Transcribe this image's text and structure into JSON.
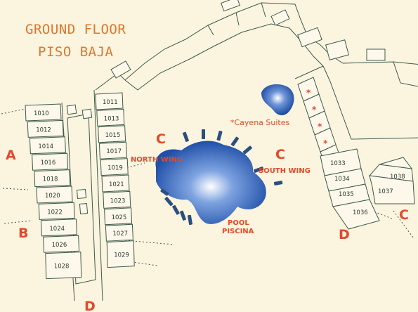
{
  "title": {
    "line1": "GROUND FLOOR",
    "line2": "PISO BAJA"
  },
  "colors": {
    "accent": "#e14a2c",
    "title": "#e0762a",
    "pool": "#1f4fa8",
    "lines": "#3d5b4c",
    "background": "#fbf4df"
  },
  "zones": {
    "a": "A",
    "b": "B",
    "d_left": "D",
    "c_north": "C",
    "c_south": "C",
    "d_right": "D",
    "c_right": "C"
  },
  "wings": {
    "north": "NORTH WING",
    "south": "SOUTH WING"
  },
  "pool": {
    "line1": "POOL",
    "line2": "PISCINA"
  },
  "cayena": {
    "label": "*Cayena Suites",
    "marker": "*"
  },
  "rooms": {
    "left_column": [
      "1010",
      "1012",
      "1014",
      "1016",
      "1018",
      "1020",
      "1022",
      "1024",
      "1026",
      "1028"
    ],
    "middle_column": [
      "1011",
      "1013",
      "1015",
      "1017",
      "1019",
      "1021",
      "1023",
      "1025",
      "1027",
      "1029"
    ],
    "south_wing": [
      "1033",
      "1034",
      "1035",
      "1036"
    ],
    "south_wing_extra": [
      "1038",
      "1037"
    ]
  }
}
